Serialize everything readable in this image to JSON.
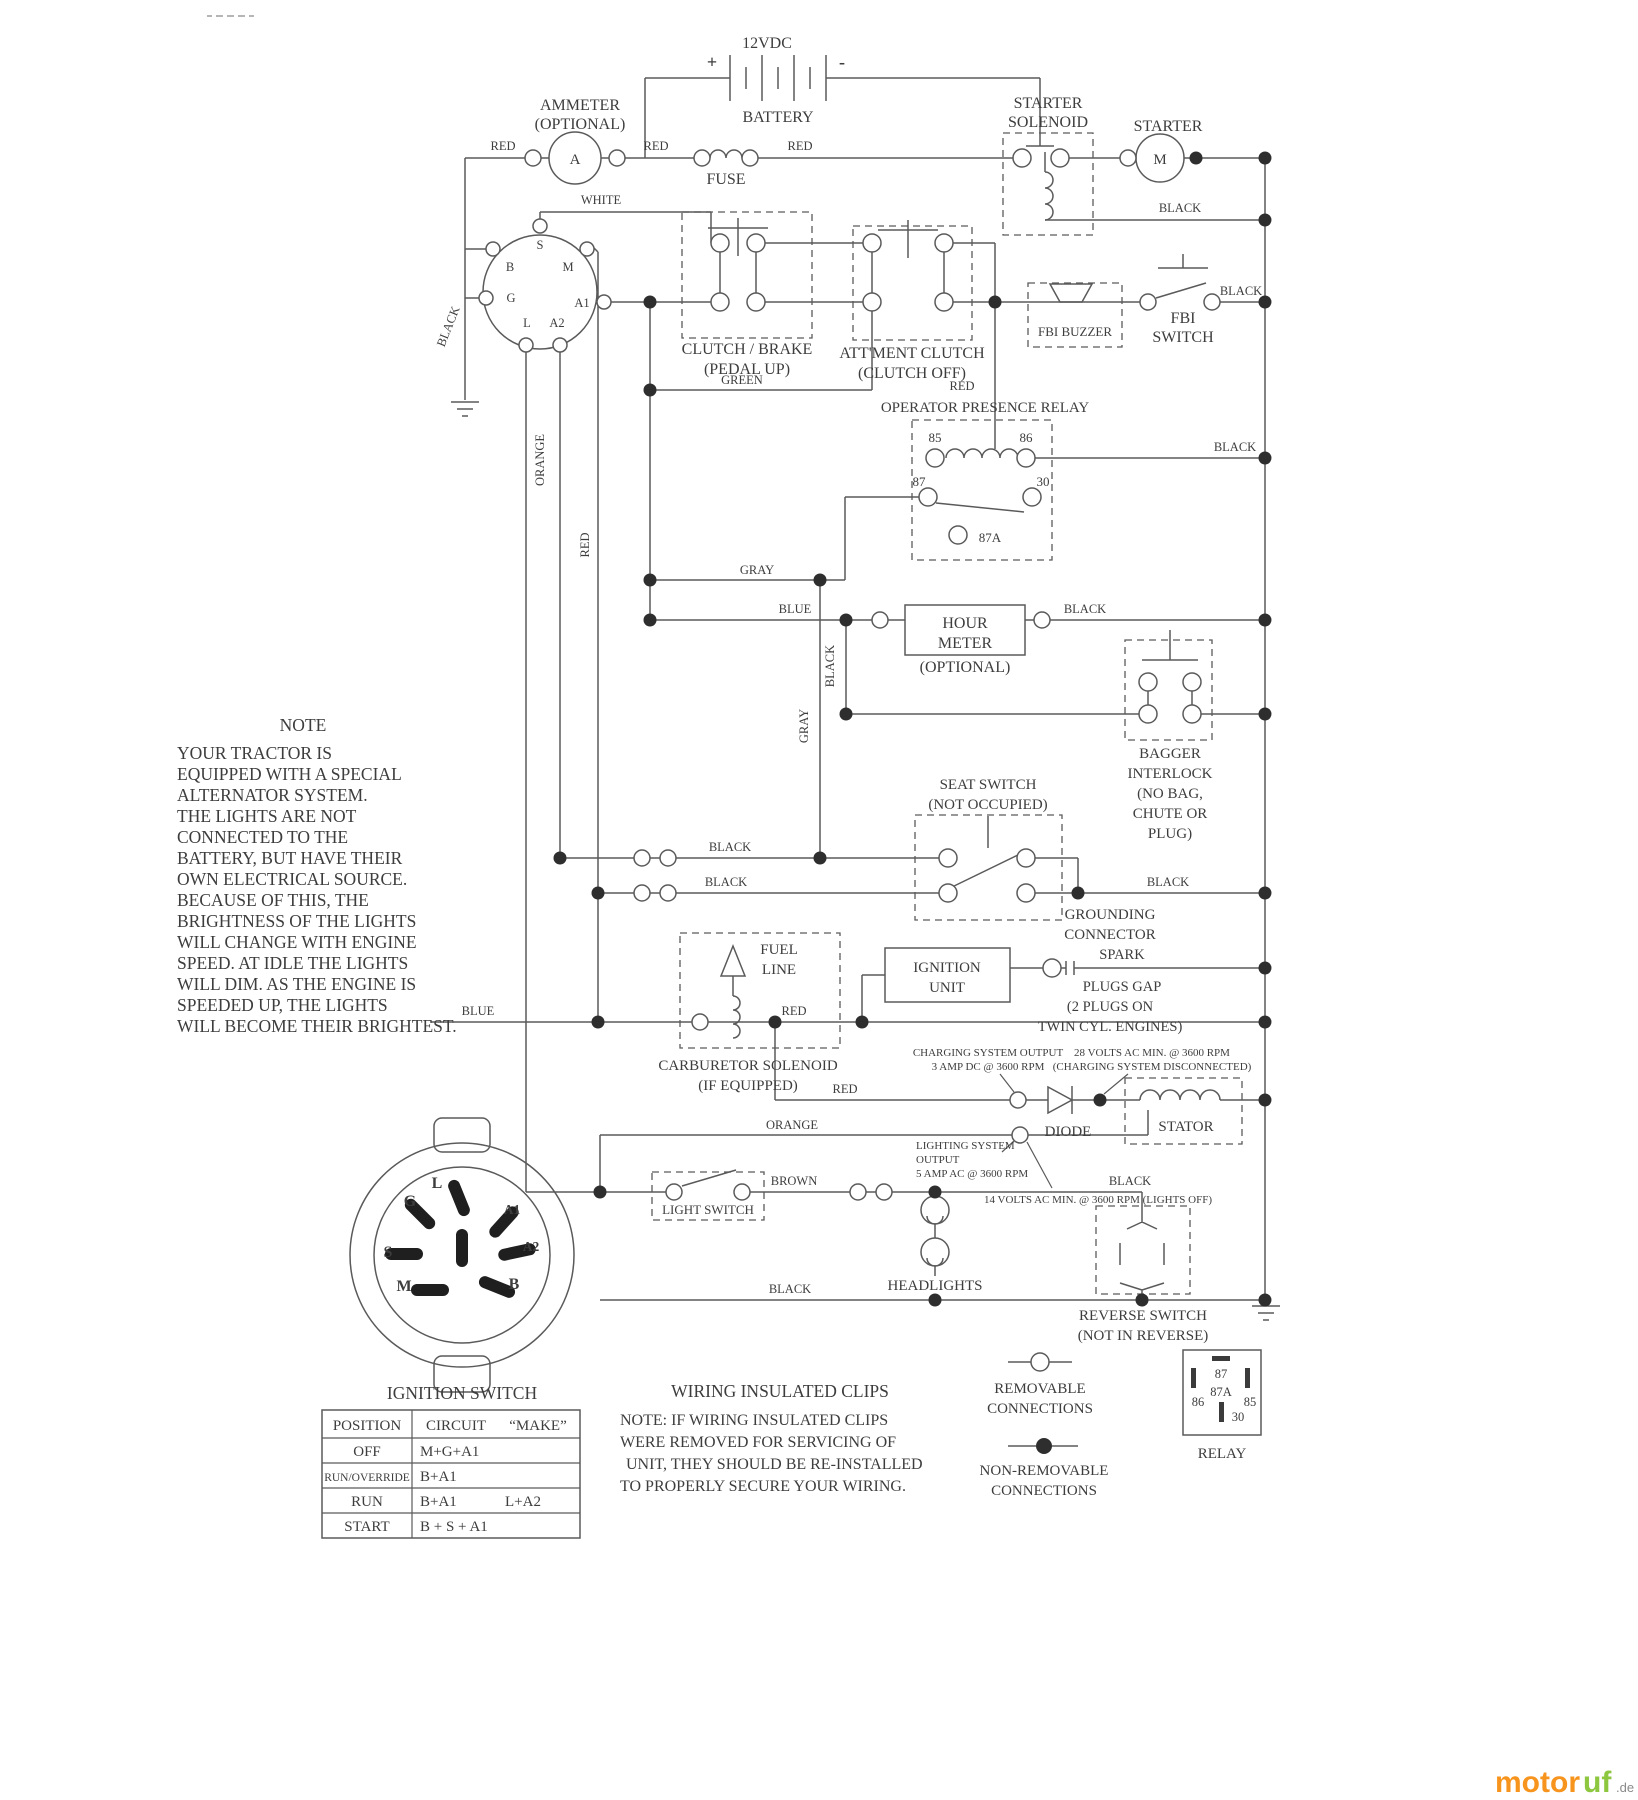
{
  "colors": {
    "red": "RED",
    "black": "BLACK",
    "white": "WHITE",
    "green": "GREEN",
    "orange": "ORANGE",
    "gray": "GRAY",
    "blue": "BLUE",
    "brown": "BROWN"
  },
  "battery": {
    "voltage": "12VDC",
    "label": "BATTERY",
    "plus": "+",
    "minus": "-"
  },
  "ammeter": {
    "line1": "AMMETER",
    "line2": "(OPTIONAL)",
    "symbol": "A"
  },
  "fuse": {
    "label": "FUSE"
  },
  "starter_solenoid": {
    "line1": "STARTER",
    "line2": "SOLENOID"
  },
  "starter": {
    "label": "STARTER",
    "symbol": "M"
  },
  "ignition_terminals": {
    "s": "S",
    "m": "M",
    "b": "B",
    "g": "G",
    "a1": "A1",
    "l": "L",
    "a2": "A2"
  },
  "clutch_brake": {
    "line1": "CLUTCH / BRAKE",
    "line2": "(PEDAL UP)"
  },
  "attachment_clutch": {
    "line1": "ATT'MENT CLUTCH",
    "line2": "(CLUTCH OFF)"
  },
  "fbi": {
    "buzzer": "FBI BUZZER",
    "switch1": "FBI",
    "switch2": "SWITCH"
  },
  "operator_relay": {
    "title": "OPERATOR PRESENCE RELAY",
    "t85": "85",
    "t86": "86",
    "t87": "87",
    "t30": "30",
    "t87a": "87A"
  },
  "hour_meter": {
    "line1": "HOUR",
    "line2": "METER",
    "optional": "(OPTIONAL)"
  },
  "bagger": {
    "line1": "BAGGER",
    "line2": "INTERLOCK",
    "line3": "(NO BAG,",
    "line4": "CHUTE OR",
    "line5": "PLUG)"
  },
  "note": {
    "title": "NOTE",
    "lines": [
      "YOUR TRACTOR IS",
      "EQUIPPED WITH A SPECIAL",
      "ALTERNATOR SYSTEM.",
      "THE LIGHTS ARE NOT",
      "CONNECTED TO THE",
      "BATTERY, BUT HAVE THEIR",
      "OWN ELECTRICAL SOURCE.",
      "BECAUSE OF THIS, THE",
      "BRIGHTNESS OF THE LIGHTS",
      "WILL CHANGE WITH ENGINE",
      "SPEED.  AT IDLE THE LIGHTS",
      "WILL DIM.  AS THE ENGINE IS",
      "SPEEDED UP, THE LIGHTS",
      "WILL BECOME THEIR BRIGHTEST."
    ]
  },
  "seat_switch": {
    "line1": "SEAT SWITCH",
    "line2": "(NOT OCCUPIED)"
  },
  "grounding": {
    "line1": "GROUNDING",
    "line2": "CONNECTOR"
  },
  "fuel_line": {
    "line1": "FUEL",
    "line2": "LINE"
  },
  "ignition_unit": {
    "line1": "IGNITION",
    "line2": "UNIT"
  },
  "spark_plugs": {
    "line1": "SPARK",
    "line2": "PLUGS GAP",
    "line3": "(2 PLUGS ON",
    "line4": "TWIN CYL. ENGINES)"
  },
  "carb_solenoid": {
    "line1": "CARBURETOR SOLENOID",
    "line2": "(IF EQUIPPED)"
  },
  "charging_output": {
    "line1": "CHARGING SYSTEM OUTPUT",
    "line2": "3 AMP DC @ 3600 RPM"
  },
  "charging_spec": {
    "line1": "28 VOLTS AC MIN. @ 3600 RPM",
    "line2": "(CHARGING SYSTEM DISCONNECTED)"
  },
  "diode": {
    "label": "DIODE"
  },
  "stator": {
    "label": "STATOR"
  },
  "lighting_output": {
    "line1": "LIGHTING SYSTEM",
    "line2": "OUTPUT",
    "line3": "5 AMP AC @ 3600 RPM"
  },
  "lighting_spec": {
    "line1": "14 VOLTS AC MIN. @ 3600 RPM (LIGHTS OFF)"
  },
  "light_switch": {
    "label": "LIGHT SWITCH"
  },
  "headlights": {
    "label": "HEADLIGHTS"
  },
  "reverse_switch": {
    "line1": "REVERSE SWITCH",
    "line2": "(NOT IN REVERSE)"
  },
  "big_switch": {
    "title": "IGNITION SWITCH",
    "g": "G",
    "l": "L",
    "a1": "A1",
    "a2": "A2",
    "s": "S",
    "m": "M",
    "b": "B"
  },
  "switch_table": {
    "col_position": "POSITION",
    "col_circuit": "CIRCUIT",
    "col_make": "“MAKE”",
    "rows": [
      [
        "OFF",
        "M+G+A1",
        ""
      ],
      [
        "RUN/OVERRIDE",
        "B+A1",
        ""
      ],
      [
        "RUN",
        "B+A1",
        "L+A2"
      ],
      [
        "START",
        "B + S + A1",
        ""
      ]
    ]
  },
  "clips": {
    "title": "WIRING INSULATED CLIPS",
    "lines": [
      "NOTE:  IF WIRING INSULATED CLIPS",
      "WERE REMOVED FOR SERVICING OF",
      "UNIT, THEY SHOULD BE RE-INSTALLED",
      "TO PROPERLY SECURE YOUR WIRING."
    ]
  },
  "legend": {
    "removable1": "REMOVABLE",
    "removable2": "CONNECTIONS",
    "nonremovable1": "NON-REMOVABLE",
    "nonremovable2": "CONNECTIONS"
  },
  "relay_legend": {
    "label": "RELAY",
    "t87": "87",
    "t87a": "87A",
    "t86": "86",
    "t85": "85",
    "t30": "30"
  },
  "brand": {
    "name": "motor",
    "name2": "uf",
    "tld": ".de"
  }
}
